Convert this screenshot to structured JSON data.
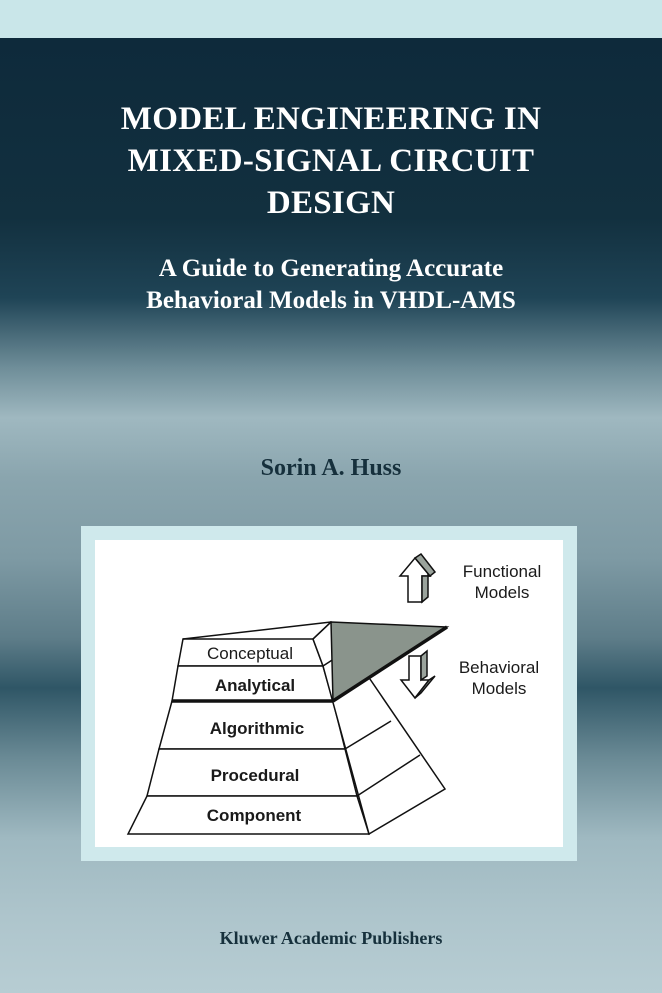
{
  "book": {
    "title_lines": [
      "MODEL ENGINEERING IN",
      "MIXED-SIGNAL CIRCUIT",
      "DESIGN"
    ],
    "subtitle_lines": [
      "A Guide to Generating Accurate",
      "Behavioral Models in VHDL-AMS"
    ],
    "author": "Sorin A. Huss",
    "publisher": "Kluwer Academic Publishers"
  },
  "figure": {
    "levels": [
      "Conceptual",
      "Analytical",
      "Algorithmic",
      "Procedural",
      "Component"
    ],
    "functional_label_lines": [
      "Functional",
      "Models"
    ],
    "behavioral_label_lines": [
      "Behavioral",
      "Models"
    ],
    "colors": {
      "outline": "#111111",
      "plane": "#8a948c",
      "arrow_fill": "#ffffff"
    }
  }
}
